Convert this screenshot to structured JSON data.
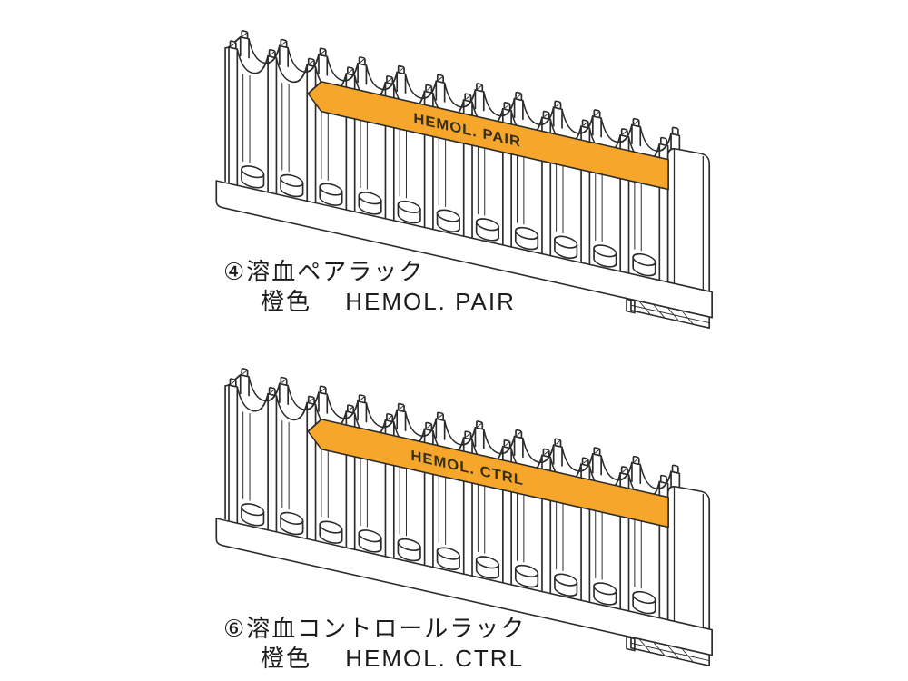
{
  "page": {
    "background_color": "#ffffff",
    "line_color": "#2b2b2b"
  },
  "figures": [
    {
      "band_label": "HEMOL. PAIR",
      "band_color": "#F6A62A",
      "caption_line1": "④溶血ペアラック",
      "caption_line2": "橙色　 HEMOL. PAIR"
    },
    {
      "band_label": "HEMOL. CTRL",
      "band_color": "#F6A62A",
      "caption_line1": "⑥溶血コントロールラック",
      "caption_line2": "橙色　 HEMOL. CTRL"
    }
  ]
}
